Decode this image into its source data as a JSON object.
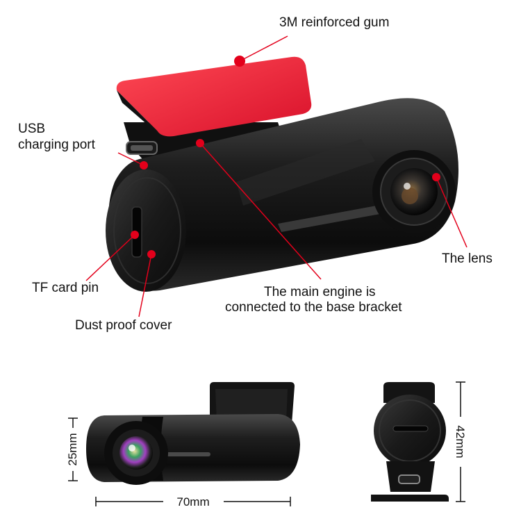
{
  "colors": {
    "body": "#151515",
    "body_highlight": "#4a4a4a",
    "pad": "#f0263a",
    "pointer": "#e3001b",
    "text": "#111111"
  },
  "callouts": {
    "gum": "3M reinforced gum",
    "usb_line1": "USB",
    "usb_line2": "charging port",
    "lens": "The lens",
    "tf_card": "TF card pin",
    "engine_line1": "The main engine is",
    "engine_line2": "connected to the base bracket",
    "dust_cover": "Dust proof cover"
  },
  "dimensions": {
    "height_side": "25mm",
    "width_side": "70mm",
    "height_back": "42mm"
  }
}
